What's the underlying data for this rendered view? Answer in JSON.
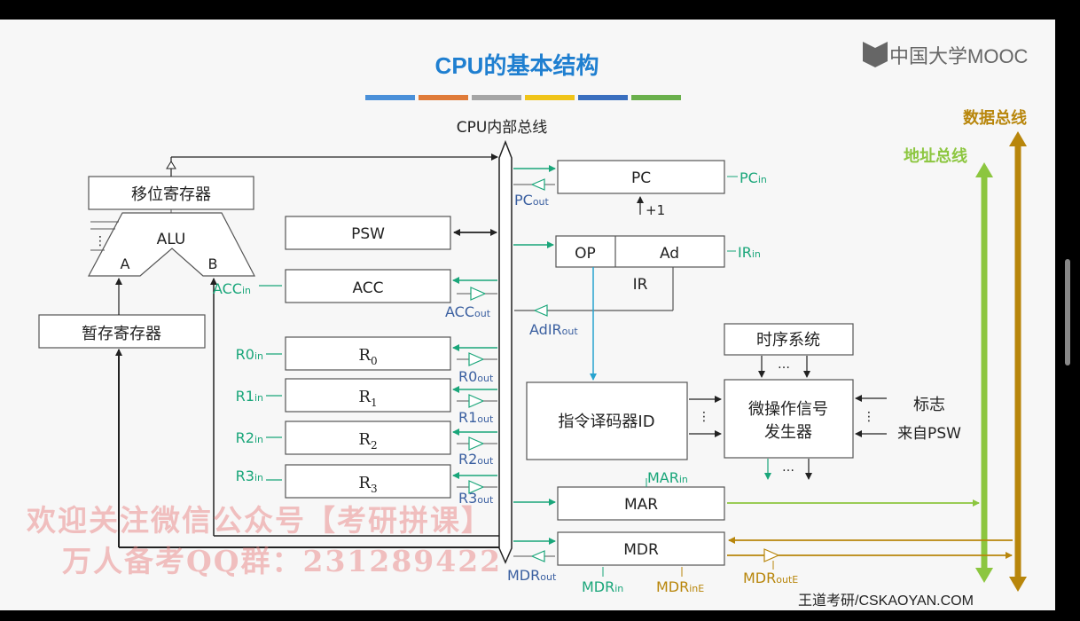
{
  "title": "CPU的基本结构",
  "brand": "中国大学MOOC",
  "footer": "王道考研/CSKAOYAN.COM",
  "watermark": {
    "line1": "欢迎关注微信公众号【考研拼课】",
    "line2": "万人备考QQ群：231289422"
  },
  "colors": {
    "title": "#1f7fd0",
    "green_signal": "#1aa67a",
    "teal_line": "#27a3cf",
    "data_bus": "#b8860b",
    "address_bus": "#8cc63f",
    "title_bar": [
      "#4a90d9",
      "#e07b39",
      "#a5a5a5",
      "#f0c419",
      "#3a6fbf",
      "#6ab04c"
    ]
  },
  "bus": {
    "internal": "CPU内部总线",
    "data": "数据总线",
    "address": "地址总线"
  },
  "boxes": {
    "shifter": "移位寄存器",
    "alu": "ALU",
    "alu_a": "A",
    "alu_b": "B",
    "alu_dots": "⋮",
    "temp": "暂存寄存器",
    "psw": "PSW",
    "acc": "ACC",
    "r0": "R",
    "r1": "R",
    "r2": "R",
    "r3": "R",
    "r0_sub": "0",
    "r1_sub": "1",
    "r2_sub": "2",
    "r3_sub": "3",
    "pc": "PC",
    "op": "OP",
    "ad": "Ad",
    "ir": "IR",
    "id": "指令译码器ID",
    "timing": "时序系统",
    "microop_1": "微操作信号",
    "microop_2": "发生器",
    "mar": "MAR",
    "mdr": "MDR",
    "flags_1": "标志",
    "flags_2": "来自PSW",
    "plus1": "+1",
    "dots_h": "…",
    "dots_v": "⋮"
  },
  "signals": {
    "pc_in": {
      "base": "PC",
      "sub": "in"
    },
    "pc_out": {
      "base": "PC",
      "sub": "out"
    },
    "ir_in": {
      "base": "IR",
      "sub": "in"
    },
    "adir_out": {
      "base": "AdIR",
      "sub": "out"
    },
    "acc_in": {
      "base": "ACC",
      "sub": "in"
    },
    "acc_out": {
      "base": "ACC",
      "sub": "out"
    },
    "r0_in": {
      "base": "R0",
      "sub": "in"
    },
    "r0_out": {
      "base": "R0",
      "sub": "out"
    },
    "r1_in": {
      "base": "R1",
      "sub": "in"
    },
    "r1_out": {
      "base": "R1",
      "sub": "out"
    },
    "r2_in": {
      "base": "R2",
      "sub": "in"
    },
    "r2_out": {
      "base": "R2",
      "sub": "out"
    },
    "r3_in": {
      "base": "R3",
      "sub": "in"
    },
    "r3_out": {
      "base": "R3",
      "sub": "out"
    },
    "mar_in": {
      "base": "MAR",
      "sub": "in"
    },
    "mdr_out": {
      "base": "MDR",
      "sub": "out"
    },
    "mdr_in": {
      "base": "MDR",
      "sub": "in"
    },
    "mdr_in_e": {
      "base": "MDR",
      "sub": "inE"
    },
    "mdr_out_e": {
      "base": "MDR",
      "sub": "outE"
    }
  }
}
